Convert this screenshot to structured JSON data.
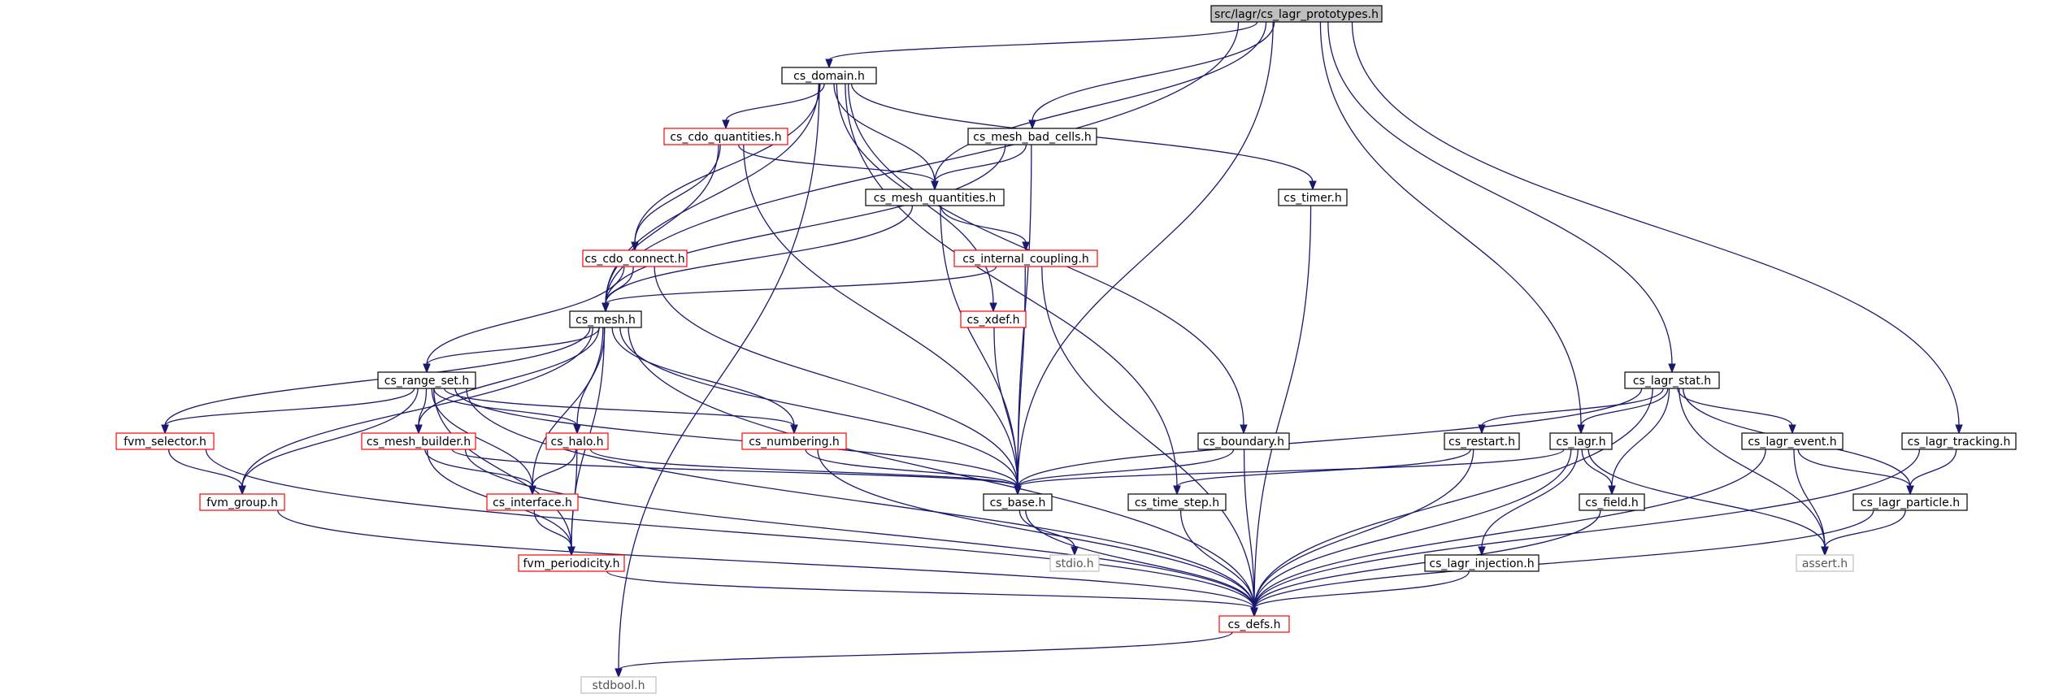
{
  "colors": {
    "edge": "#191970",
    "root_fill": "#bfbfbf",
    "documented_border": "#000000",
    "undocumented_border": "#ff0000",
    "external_border": "#bfbfbf"
  },
  "nodes": [
    {
      "id": "root",
      "label": "src/lagr/cs_lagr_prototypes.h",
      "kind": "root"
    },
    {
      "id": "domain",
      "label": "cs_domain.h",
      "kind": "doc"
    },
    {
      "id": "badcells",
      "label": "cs_mesh_bad_cells.h",
      "kind": "doc"
    },
    {
      "id": "cdoq",
      "label": "cs_cdo_quantities.h",
      "kind": "red"
    },
    {
      "id": "meshq",
      "label": "cs_mesh_quantities.h",
      "kind": "doc"
    },
    {
      "id": "timer",
      "label": "cs_timer.h",
      "kind": "doc"
    },
    {
      "id": "cdoconn",
      "label": "cs_cdo_connect.h",
      "kind": "red"
    },
    {
      "id": "intcoup",
      "label": "cs_internal_coupling.h",
      "kind": "red"
    },
    {
      "id": "mesh",
      "label": "cs_mesh.h",
      "kind": "doc"
    },
    {
      "id": "xdef",
      "label": "cs_xdef.h",
      "kind": "red"
    },
    {
      "id": "rangeset",
      "label": "cs_range_set.h",
      "kind": "doc"
    },
    {
      "id": "lagrstat",
      "label": "cs_lagr_stat.h",
      "kind": "doc"
    },
    {
      "id": "fvmsel",
      "label": "fvm_selector.h",
      "kind": "red"
    },
    {
      "id": "meshbuilder",
      "label": "cs_mesh_builder.h",
      "kind": "red"
    },
    {
      "id": "halo",
      "label": "cs_halo.h",
      "kind": "red"
    },
    {
      "id": "numbering",
      "label": "cs_numbering.h",
      "kind": "red"
    },
    {
      "id": "boundary",
      "label": "cs_boundary.h",
      "kind": "doc"
    },
    {
      "id": "restart",
      "label": "cs_restart.h",
      "kind": "doc"
    },
    {
      "id": "lagr",
      "label": "cs_lagr.h",
      "kind": "doc"
    },
    {
      "id": "lagrevent",
      "label": "cs_lagr_event.h",
      "kind": "doc"
    },
    {
      "id": "lagrtrack",
      "label": "cs_lagr_tracking.h",
      "kind": "doc"
    },
    {
      "id": "fvmgroup",
      "label": "fvm_group.h",
      "kind": "red"
    },
    {
      "id": "interface",
      "label": "cs_interface.h",
      "kind": "red"
    },
    {
      "id": "base",
      "label": "cs_base.h",
      "kind": "doc"
    },
    {
      "id": "timestep",
      "label": "cs_time_step.h",
      "kind": "doc"
    },
    {
      "id": "field",
      "label": "cs_field.h",
      "kind": "doc"
    },
    {
      "id": "lagrpart",
      "label": "cs_lagr_particle.h",
      "kind": "doc"
    },
    {
      "id": "stdio",
      "label": "stdio.h",
      "kind": "grey"
    },
    {
      "id": "fvmper",
      "label": "fvm_periodicity.h",
      "kind": "red"
    },
    {
      "id": "lagrinj",
      "label": "cs_lagr_injection.h",
      "kind": "doc"
    },
    {
      "id": "assert",
      "label": "assert.h",
      "kind": "grey"
    },
    {
      "id": "defs",
      "label": "cs_defs.h",
      "kind": "red"
    },
    {
      "id": "stdbool",
      "label": "stdbool.h",
      "kind": "grey"
    }
  ],
  "edges": [
    [
      "root",
      "domain"
    ],
    [
      "root",
      "meshq"
    ],
    [
      "root",
      "badcells"
    ],
    [
      "root",
      "mesh"
    ],
    [
      "root",
      "base"
    ],
    [
      "root",
      "lagr"
    ],
    [
      "root",
      "lagrstat"
    ],
    [
      "root",
      "lagrtrack"
    ],
    [
      "domain",
      "cdoq"
    ],
    [
      "domain",
      "meshq"
    ],
    [
      "domain",
      "timer"
    ],
    [
      "domain",
      "cdoconn"
    ],
    [
      "domain",
      "mesh"
    ],
    [
      "domain",
      "xdef"
    ],
    [
      "domain",
      "boundary"
    ],
    [
      "domain",
      "timestep"
    ],
    [
      "domain",
      "stdbool"
    ],
    [
      "badcells",
      "meshq"
    ],
    [
      "badcells",
      "mesh"
    ],
    [
      "badcells",
      "base"
    ],
    [
      "cdoq",
      "meshq"
    ],
    [
      "cdoq",
      "cdoconn"
    ],
    [
      "cdoq",
      "mesh"
    ],
    [
      "cdoq",
      "base"
    ],
    [
      "meshq",
      "intcoup"
    ],
    [
      "meshq",
      "mesh"
    ],
    [
      "meshq",
      "base"
    ],
    [
      "timer",
      "defs"
    ],
    [
      "cdoconn",
      "mesh"
    ],
    [
      "cdoconn",
      "rangeset"
    ],
    [
      "cdoconn",
      "base"
    ],
    [
      "intcoup",
      "mesh"
    ],
    [
      "intcoup",
      "base"
    ],
    [
      "intcoup",
      "defs"
    ],
    [
      "xdef",
      "base"
    ],
    [
      "mesh",
      "rangeset"
    ],
    [
      "mesh",
      "fvmsel"
    ],
    [
      "mesh",
      "meshbuilder"
    ],
    [
      "mesh",
      "halo"
    ],
    [
      "mesh",
      "numbering"
    ],
    [
      "mesh",
      "fvmgroup"
    ],
    [
      "mesh",
      "interface"
    ],
    [
      "mesh",
      "base"
    ],
    [
      "mesh",
      "fvmper"
    ],
    [
      "mesh",
      "defs"
    ],
    [
      "rangeset",
      "fvmsel"
    ],
    [
      "rangeset",
      "meshbuilder"
    ],
    [
      "rangeset",
      "halo"
    ],
    [
      "rangeset",
      "numbering"
    ],
    [
      "rangeset",
      "fvmgroup"
    ],
    [
      "rangeset",
      "interface"
    ],
    [
      "rangeset",
      "base"
    ],
    [
      "rangeset",
      "fvmper"
    ],
    [
      "rangeset",
      "defs"
    ],
    [
      "fvmsel",
      "fvmgroup"
    ],
    [
      "fvmsel",
      "defs"
    ],
    [
      "meshbuilder",
      "interface"
    ],
    [
      "meshbuilder",
      "fvmper"
    ],
    [
      "meshbuilder",
      "base"
    ],
    [
      "meshbuilder",
      "defs"
    ],
    [
      "halo",
      "interface"
    ],
    [
      "halo",
      "fvmper"
    ],
    [
      "halo",
      "base"
    ],
    [
      "numbering",
      "base"
    ],
    [
      "numbering",
      "defs"
    ],
    [
      "boundary",
      "base"
    ],
    [
      "boundary",
      "defs"
    ],
    [
      "lagrstat",
      "restart"
    ],
    [
      "lagrstat",
      "lagr"
    ],
    [
      "lagrstat",
      "field"
    ],
    [
      "lagrstat",
      "lagrevent"
    ],
    [
      "lagrstat",
      "lagrpart"
    ],
    [
      "lagrstat",
      "base"
    ],
    [
      "lagrstat",
      "assert"
    ],
    [
      "lagrstat",
      "defs"
    ],
    [
      "restart",
      "timestep"
    ],
    [
      "restart",
      "defs"
    ],
    [
      "lagr",
      "base"
    ],
    [
      "lagr",
      "field"
    ],
    [
      "lagr",
      "lagrinj"
    ],
    [
      "lagr",
      "assert"
    ],
    [
      "lagr",
      "defs"
    ],
    [
      "lagrevent",
      "lagrpart"
    ],
    [
      "lagrevent",
      "assert"
    ],
    [
      "lagrevent",
      "defs"
    ],
    [
      "lagrtrack",
      "lagrpart"
    ],
    [
      "lagrtrack",
      "defs"
    ],
    [
      "fvmgroup",
      "defs"
    ],
    [
      "interface",
      "fvmper"
    ],
    [
      "base",
      "stdio"
    ],
    [
      "base",
      "defs"
    ],
    [
      "timestep",
      "defs"
    ],
    [
      "field",
      "defs"
    ],
    [
      "lagrpart",
      "assert"
    ],
    [
      "lagrpart",
      "defs"
    ],
    [
      "fvmper",
      "defs"
    ],
    [
      "lagrinj",
      "defs"
    ],
    [
      "defs",
      "stdbool"
    ]
  ]
}
